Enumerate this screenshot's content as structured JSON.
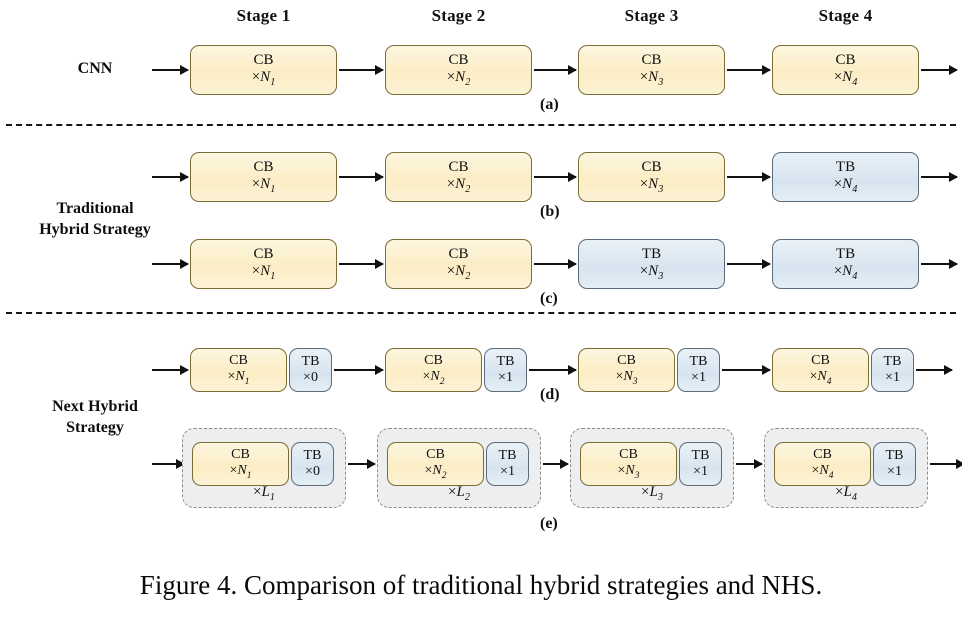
{
  "figure": {
    "caption": "Figure 4. Comparison of traditional hybrid strategies and NHS.",
    "background": "#ffffff",
    "colors": {
      "cb_fill": "#fbedc4",
      "cb_border": "#7c6c36",
      "tb_fill": "#d7e4ef",
      "tb_border": "#5c6b79",
      "group_fill": "#eceef0",
      "group_border": "#8d8d8d",
      "arrow": "#111111",
      "separator": "#171717"
    }
  },
  "stage_headers": [
    {
      "label": "Stage 1"
    },
    {
      "label": "Stage 2"
    },
    {
      "label": "Stage 3"
    },
    {
      "label": "Stage 4"
    }
  ],
  "row_labels": [
    {
      "id": "cnn",
      "line1": "CNN",
      "line2": ""
    },
    {
      "id": "traditional-hybrid",
      "line1": "Traditional",
      "line2": "Hybrid Strategy"
    },
    {
      "id": "next-hybrid",
      "line1": "Next Hybrid",
      "line2": "Strategy"
    }
  ],
  "panel_tags": [
    {
      "id": "a",
      "label": "(a)"
    },
    {
      "id": "b",
      "label": "(b)"
    },
    {
      "id": "c",
      "label": "(c)"
    },
    {
      "id": "d",
      "label": "(d)"
    },
    {
      "id": "e",
      "label": "(e)"
    }
  ],
  "panels": {
    "a": {
      "tag": "(a)",
      "blocks": [
        {
          "type": "CB",
          "mult_symbol": "×",
          "mult_value": "N",
          "mult_sub": "1"
        },
        {
          "type": "CB",
          "mult_symbol": "×",
          "mult_value": "N",
          "mult_sub": "2"
        },
        {
          "type": "CB",
          "mult_symbol": "×",
          "mult_value": "N",
          "mult_sub": "3"
        },
        {
          "type": "CB",
          "mult_symbol": "×",
          "mult_value": "N",
          "mult_sub": "4"
        }
      ]
    },
    "b": {
      "tag": "(b)",
      "blocks": [
        {
          "type": "CB",
          "mult_symbol": "×",
          "mult_value": "N",
          "mult_sub": "1"
        },
        {
          "type": "CB",
          "mult_symbol": "×",
          "mult_value": "N",
          "mult_sub": "2"
        },
        {
          "type": "CB",
          "mult_symbol": "×",
          "mult_value": "N",
          "mult_sub": "3"
        },
        {
          "type": "TB",
          "mult_symbol": "×",
          "mult_value": "N",
          "mult_sub": "4"
        }
      ]
    },
    "c": {
      "tag": "(c)",
      "blocks": [
        {
          "type": "CB",
          "mult_symbol": "×",
          "mult_value": "N",
          "mult_sub": "1"
        },
        {
          "type": "CB",
          "mult_symbol": "×",
          "mult_value": "N",
          "mult_sub": "2"
        },
        {
          "type": "TB",
          "mult_symbol": "×",
          "mult_value": "N",
          "mult_sub": "3"
        },
        {
          "type": "TB",
          "mult_symbol": "×",
          "mult_value": "N",
          "mult_sub": "4"
        }
      ]
    },
    "d": {
      "tag": "(d)",
      "stages": [
        {
          "cb": {
            "type": "CB",
            "mult_symbol": "×",
            "mult_value": "N",
            "mult_sub": "1"
          },
          "tb": {
            "type": "TB",
            "mult_symbol": "×",
            "mult_value": "0",
            "mult_sub": ""
          }
        },
        {
          "cb": {
            "type": "CB",
            "mult_symbol": "×",
            "mult_value": "N",
            "mult_sub": "2"
          },
          "tb": {
            "type": "TB",
            "mult_symbol": "×",
            "mult_value": "1",
            "mult_sub": ""
          }
        },
        {
          "cb": {
            "type": "CB",
            "mult_symbol": "×",
            "mult_value": "N",
            "mult_sub": "3"
          },
          "tb": {
            "type": "TB",
            "mult_symbol": "×",
            "mult_value": "1",
            "mult_sub": ""
          }
        },
        {
          "cb": {
            "type": "CB",
            "mult_symbol": "×",
            "mult_value": "N",
            "mult_sub": "4"
          },
          "tb": {
            "type": "TB",
            "mult_symbol": "×",
            "mult_value": "1",
            "mult_sub": ""
          }
        }
      ]
    },
    "e": {
      "tag": "(e)",
      "stages": [
        {
          "cb": {
            "type": "CB",
            "mult_symbol": "×",
            "mult_value": "N",
            "mult_sub": "1"
          },
          "tb": {
            "type": "TB",
            "mult_symbol": "×",
            "mult_value": "0",
            "mult_sub": ""
          },
          "group": {
            "mult_symbol": "×",
            "mult_value": "L",
            "mult_sub": "1"
          }
        },
        {
          "cb": {
            "type": "CB",
            "mult_symbol": "×",
            "mult_value": "N",
            "mult_sub": "2"
          },
          "tb": {
            "type": "TB",
            "mult_symbol": "×",
            "mult_value": "1",
            "mult_sub": ""
          },
          "group": {
            "mult_symbol": "×",
            "mult_value": "L",
            "mult_sub": "2"
          }
        },
        {
          "cb": {
            "type": "CB",
            "mult_symbol": "×",
            "mult_value": "N",
            "mult_sub": "3"
          },
          "tb": {
            "type": "TB",
            "mult_symbol": "×",
            "mult_value": "1",
            "mult_sub": ""
          },
          "group": {
            "mult_symbol": "×",
            "mult_value": "L",
            "mult_sub": "3"
          }
        },
        {
          "cb": {
            "type": "CB",
            "mult_symbol": "×",
            "mult_value": "N",
            "mult_sub": "4"
          },
          "tb": {
            "type": "TB",
            "mult_symbol": "×",
            "mult_value": "1",
            "mult_sub": ""
          },
          "group": {
            "mult_symbol": "×",
            "mult_value": "L",
            "mult_sub": "4"
          }
        }
      ]
    }
  }
}
